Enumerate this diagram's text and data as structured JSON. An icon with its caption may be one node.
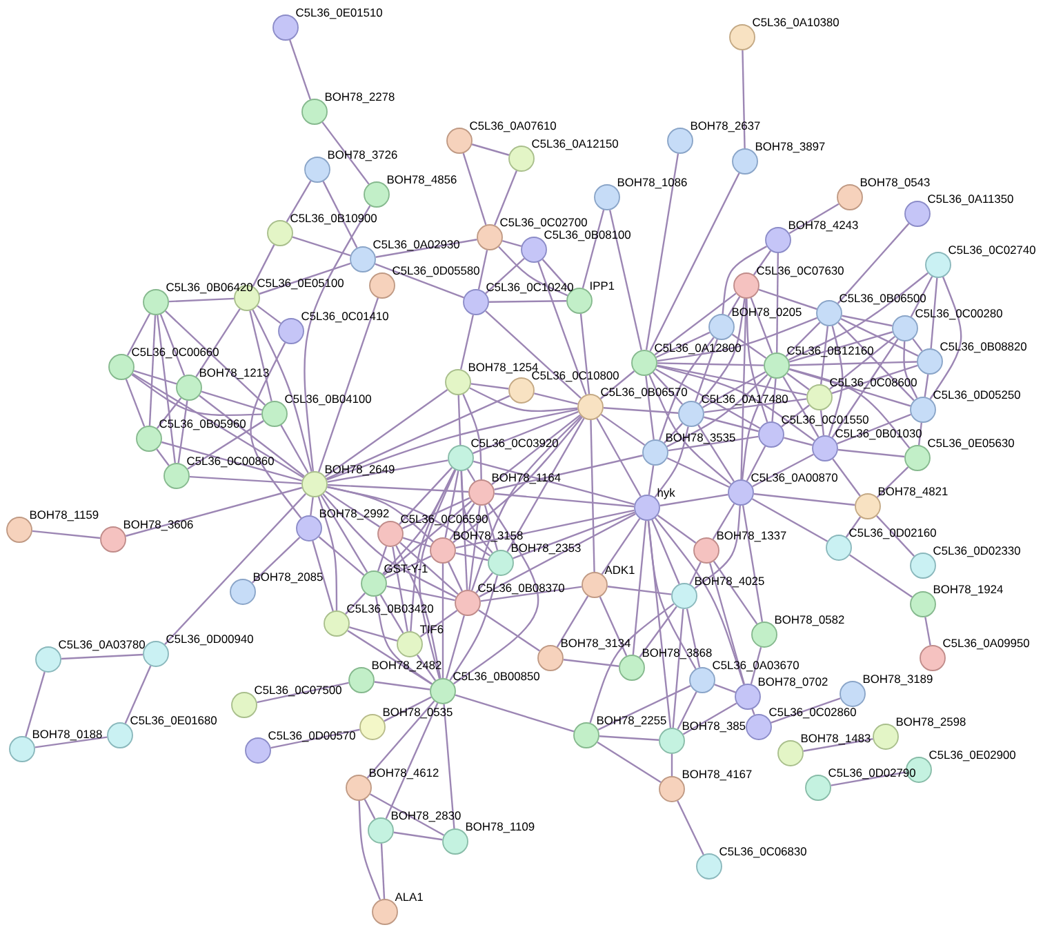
{
  "diagram": {
    "nodes": [
      {
        "text": [
          "C5L36_0E01510"
        ]
      },
      {
        "text": [
          "C5L36_0A10380"
        ]
      },
      {
        "text": [
          "BOH78_2278"
        ]
      },
      {
        "text": [
          "BOH78_2637"
        ]
      },
      {
        "text": [
          "C5L36_0A07610"
        ]
      },
      {
        "text": [
          "C5L36_0A12150"
        ]
      },
      {
        "text": [
          "BOH78_3897"
        ]
      },
      {
        "text": [
          "BOH78_3726"
        ]
      },
      {
        "text": [
          "BOH78_4856"
        ]
      },
      {
        "text": [
          "BOH78_1086"
        ]
      },
      {
        "text": [
          "BOH78_0543"
        ]
      },
      {
        "text": [
          "C5L36_0A11350"
        ]
      },
      {
        "text": [
          "C5L36_0B10900"
        ]
      },
      {
        "text": [
          "C5L36_0C02700"
        ]
      },
      {
        "text": [
          "BOH78_4243"
        ]
      },
      {
        "text": [
          "C5L36_0B08100"
        ]
      },
      {
        "text": [
          "C5L36_0A02930"
        ]
      },
      {
        "text": [
          "C5L36_0C02740"
        ]
      },
      {
        "text": [
          "C5L36_0D05580"
        ]
      },
      {
        "text": [
          "C5L36_0C07630"
        ]
      },
      {
        "text": [
          "C5L36_0E05100"
        ]
      },
      {
        "text": [
          "C5L36_0B06420"
        ]
      },
      {
        "text": [
          "C5L36_0C10240"
        ]
      },
      {
        "text": [
          "IPP1"
        ]
      },
      {
        "text": [
          "C5L36_0B06500"
        ]
      },
      {
        "text": [
          "BOH78_0205"
        ]
      },
      {
        "text": [
          "C5L36_0C00280"
        ]
      },
      {
        "text": [
          "C5L36_0C01410"
        ]
      },
      {
        "text": [
          "C5L36_0B08820"
        ]
      },
      {
        "text": [
          "C5L36_0A12800"
        ]
      },
      {
        "text": [
          "C5L36_0B12160"
        ]
      },
      {
        "text": [
          "C5L36_0C00660"
        ]
      },
      {
        "text": [
          "BOH78_1254"
        ]
      },
      {
        "text": [
          "BOH78_1213"
        ]
      },
      {
        "text": [
          "C5L36_0C10800"
        ]
      },
      {
        "text": [
          "C5L36_0C08600"
        ]
      },
      {
        "text": [
          "C5L36_0B06570"
        ]
      },
      {
        "text": [
          "C5L36_0D05250"
        ]
      },
      {
        "text": [
          "C5L36_0B04100"
        ]
      },
      {
        "text": [
          "C5L36_0A17480"
        ]
      },
      {
        "text": [
          "C5L36_0C01550"
        ]
      },
      {
        "text": [
          "C5L36_0B05960"
        ]
      },
      {
        "text": [
          "C5L36_0B01030"
        ]
      },
      {
        "text": [
          "BOH78_3535"
        ]
      },
      {
        "text": [
          "C5L36_0C03920"
        ]
      },
      {
        "text": [
          "C5L36_0E05630"
        ]
      },
      {
        "text": [
          "C5L36_0C00860"
        ]
      },
      {
        "text": [
          "BOH78_2649"
        ]
      },
      {
        "text": [
          "BOH78_1164"
        ]
      },
      {
        "text": [
          "C5L36_0A00870"
        ]
      },
      {
        "text": [
          "hyk"
        ]
      },
      {
        "text": [
          "BOH78_4821"
        ]
      },
      {
        "text": [
          "BOH78_2992"
        ]
      },
      {
        "text": [
          "BOH78_1159"
        ]
      },
      {
        "text": [
          "C5L36_0C06590"
        ]
      },
      {
        "text": [
          "BOH78_3606"
        ]
      },
      {
        "text": [
          "C5L36_0D02160"
        ]
      },
      {
        "text": [
          "BOH78_3158"
        ]
      },
      {
        "text": [
          "BOH78_1337"
        ]
      },
      {
        "text": [
          "BOH78_2353"
        ]
      },
      {
        "text": [
          "C5L36_0D02330"
        ]
      },
      {
        "text": [
          "GST-Y-1"
        ]
      },
      {
        "text": [
          "ADK1"
        ]
      },
      {
        "text": [
          "BOH78_2085"
        ]
      },
      {
        "text": [
          "BOH78_4025"
        ]
      },
      {
        "text": [
          "C5L36_0B08370"
        ]
      },
      {
        "text": [
          "BOH78_1924"
        ]
      },
      {
        "text": [
          "C5L36_0B03420"
        ]
      },
      {
        "text": [
          "BOH78_0582"
        ]
      },
      {
        "text": [
          "TIF6"
        ]
      },
      {
        "text": [
          "C5L36_0D00940"
        ]
      },
      {
        "text": [
          "C5L36_0A09950"
        ]
      },
      {
        "text": [
          "BOH78_3134"
        ]
      },
      {
        "text": [
          "C5L36_0A03780"
        ]
      },
      {
        "text": [
          "BOH78_3868"
        ]
      },
      {
        "text": [
          "BOH78_2482"
        ]
      },
      {
        "text": [
          "C5L36_0A03670"
        ]
      },
      {
        "text": [
          "C5L36_0B00850"
        ]
      },
      {
        "text": [
          "BOH78_3189"
        ]
      },
      {
        "text": [
          "BOH78_0702"
        ]
      },
      {
        "text": [
          "C5L36_0C07500"
        ]
      },
      {
        "text": [
          "BOH78_0535"
        ]
      },
      {
        "text": [
          "C5L36_0C02860"
        ]
      },
      {
        "text": [
          "BOH78_2255"
        ]
      },
      {
        "text": [
          "C5L36_0E01680"
        ]
      },
      {
        "text": [
          "BOH78_2598"
        ]
      },
      {
        "text": [
          "BOH78_385"
        ]
      },
      {
        "text": [
          "BOH78_0188"
        ]
      },
      {
        "text": [
          "C5L36_0D00570"
        ]
      },
      {
        "text": [
          "BOH78_1483"
        ]
      },
      {
        "text": [
          "C5L36_0E02900"
        ]
      },
      {
        "text": [
          "BOH78_4612"
        ]
      },
      {
        "text": [
          "C5L36_0D02790"
        ]
      },
      {
        "text": [
          "BOH78_4167"
        ]
      },
      {
        "text": [
          "BOH78_2830"
        ]
      },
      {
        "text": [
          "BOH78_1109"
        ]
      },
      {
        "text": [
          "C5L36_0C06830"
        ]
      },
      {
        "text": [
          "ALA1"
        ]
      }
    ],
    "edges": [
      {
        "from": 0,
        "to": 2,
        "arrow": "none"
      },
      {
        "from": 2,
        "to": 8,
        "arrow": "none"
      },
      {
        "from": 7,
        "to": 12,
        "arrow": "none"
      },
      {
        "from": 7,
        "to": 16,
        "arrow": "none"
      },
      {
        "from": 12,
        "to": 16,
        "arrow": "none"
      },
      {
        "from": 12,
        "to": 20,
        "arrow": "none"
      },
      {
        "from": 16,
        "to": 20,
        "arrow": "none"
      },
      {
        "from": 16,
        "to": 22,
        "arrow": "none"
      },
      {
        "from": 13,
        "to": 16,
        "arrow": "none"
      },
      {
        "from": 8,
        "to": 47,
        "arrow": "none"
      },
      {
        "from": 4,
        "to": 5,
        "arrow": "none"
      },
      {
        "from": 4,
        "to": 13,
        "arrow": "none"
      },
      {
        "from": 5,
        "to": 13,
        "arrow": "none"
      },
      {
        "from": 13,
        "to": 22,
        "arrow": "none"
      },
      {
        "from": 13,
        "to": 15,
        "arrow": "none"
      },
      {
        "from": 13,
        "to": 23,
        "arrow": "none"
      },
      {
        "from": 15,
        "to": 22,
        "arrow": "none"
      },
      {
        "from": 15,
        "to": 23,
        "arrow": "none"
      },
      {
        "from": 15,
        "to": 36,
        "arrow": "none"
      },
      {
        "from": 22,
        "to": 23,
        "arrow": "none"
      },
      {
        "from": 22,
        "to": 32,
        "arrow": "none"
      },
      {
        "from": 22,
        "to": 36,
        "arrow": "none"
      },
      {
        "from": 9,
        "to": 23,
        "arrow": "none"
      },
      {
        "from": 9,
        "to": 29,
        "arrow": "none"
      },
      {
        "from": 3,
        "to": 29,
        "arrow": "none"
      },
      {
        "from": 1,
        "to": 6,
        "arrow": "none"
      },
      {
        "from": 6,
        "to": 29,
        "arrow": "none"
      },
      {
        "from": 10,
        "to": 14,
        "arrow": "none"
      },
      {
        "from": 14,
        "to": 19,
        "arrow": "none"
      },
      {
        "from": 14,
        "to": 25,
        "arrow": "none"
      },
      {
        "from": 14,
        "to": 30,
        "arrow": "none"
      },
      {
        "from": 11,
        "to": 24,
        "arrow": "none"
      },
      {
        "from": 17,
        "to": 26,
        "arrow": "none"
      },
      {
        "from": 17,
        "to": 28,
        "arrow": "none"
      },
      {
        "from": 17,
        "to": 30,
        "arrow": "none"
      },
      {
        "from": 17,
        "to": 37,
        "arrow": "none"
      },
      {
        "from": 18,
        "to": 47,
        "arrow": "none"
      },
      {
        "from": 20,
        "to": 21,
        "arrow": "none"
      },
      {
        "from": 20,
        "to": 27,
        "arrow": "none"
      },
      {
        "from": 20,
        "to": 33,
        "arrow": "none"
      },
      {
        "from": 20,
        "to": 38,
        "arrow": "none"
      },
      {
        "from": 21,
        "to": 31,
        "arrow": "none"
      },
      {
        "from": 21,
        "to": 33,
        "arrow": "none"
      },
      {
        "from": 21,
        "to": 41,
        "arrow": "none"
      },
      {
        "from": 21,
        "to": 46,
        "arrow": "none"
      },
      {
        "from": 21,
        "to": 38,
        "arrow": "none"
      },
      {
        "from": 31,
        "to": 33,
        "arrow": "none"
      },
      {
        "from": 31,
        "to": 38,
        "arrow": "none"
      },
      {
        "from": 31,
        "to": 41,
        "arrow": "none"
      },
      {
        "from": 33,
        "to": 38,
        "arrow": "none"
      },
      {
        "from": 33,
        "to": 41,
        "arrow": "none"
      },
      {
        "from": 33,
        "to": 46,
        "arrow": "none"
      },
      {
        "from": 41,
        "to": 46,
        "arrow": "none"
      },
      {
        "from": 38,
        "to": 46,
        "arrow": "none"
      },
      {
        "from": 38,
        "to": 47,
        "arrow": "none"
      },
      {
        "from": 41,
        "to": 47,
        "arrow": "none"
      },
      {
        "from": 46,
        "to": 47,
        "arrow": "none"
      },
      {
        "from": 33,
        "to": 47,
        "arrow": "none"
      },
      {
        "from": 27,
        "to": 52,
        "arrow": "none"
      },
      {
        "from": 31,
        "to": 47,
        "arrow": "none"
      },
      {
        "from": 20,
        "to": 47,
        "arrow": "none"
      },
      {
        "from": 47,
        "to": 32,
        "arrow": "none"
      },
      {
        "from": 47,
        "to": 44,
        "arrow": "none"
      },
      {
        "from": 47,
        "to": 48,
        "arrow": "none"
      },
      {
        "from": 47,
        "to": 52,
        "arrow": "none"
      },
      {
        "from": 47,
        "to": 54,
        "arrow": "none"
      },
      {
        "from": 47,
        "to": 57,
        "arrow": "none"
      },
      {
        "from": 47,
        "to": 61,
        "arrow": "none"
      },
      {
        "from": 47,
        "to": 65,
        "arrow": "none"
      },
      {
        "from": 47,
        "to": 36,
        "arrow": "none"
      },
      {
        "from": 47,
        "to": 34,
        "arrow": "none"
      },
      {
        "from": 47,
        "to": 70,
        "arrow": "none"
      },
      {
        "from": 47,
        "to": 55,
        "arrow": "none"
      },
      {
        "from": 47,
        "to": 59,
        "arrow": "none"
      },
      {
        "from": 47,
        "to": 67,
        "arrow": "none"
      },
      {
        "from": 55,
        "to": 53,
        "arrow": "none"
      },
      {
        "from": 52,
        "to": 63,
        "arrow": "none"
      },
      {
        "from": 52,
        "to": 61,
        "arrow": "none"
      },
      {
        "from": 52,
        "to": 67,
        "arrow": "none"
      },
      {
        "from": 32,
        "to": 34,
        "arrow": "none"
      },
      {
        "from": 32,
        "to": 44,
        "arrow": "none"
      },
      {
        "from": 32,
        "to": 48,
        "arrow": "none"
      },
      {
        "from": 32,
        "to": 36,
        "arrow": "none"
      },
      {
        "from": 34,
        "to": 36,
        "arrow": "none"
      },
      {
        "from": 36,
        "to": 29,
        "arrow": "none"
      },
      {
        "from": 36,
        "to": 39,
        "arrow": "none"
      },
      {
        "from": 36,
        "to": 43,
        "arrow": "none"
      },
      {
        "from": 36,
        "to": 44,
        "arrow": "none"
      },
      {
        "from": 36,
        "to": 48,
        "arrow": "none"
      },
      {
        "from": 36,
        "to": 50,
        "arrow": "none"
      },
      {
        "from": 36,
        "to": 23,
        "arrow": "none"
      },
      {
        "from": 36,
        "to": 59,
        "arrow": "none"
      },
      {
        "from": 36,
        "to": 57,
        "arrow": "none"
      },
      {
        "from": 36,
        "to": 65,
        "arrow": "none"
      },
      {
        "from": 36,
        "to": 62,
        "arrow": "none"
      },
      {
        "from": 44,
        "to": 48,
        "arrow": "none"
      },
      {
        "from": 44,
        "to": 54,
        "arrow": "none"
      },
      {
        "from": 44,
        "to": 57,
        "arrow": "none"
      },
      {
        "from": 44,
        "to": 59,
        "arrow": "none"
      },
      {
        "from": 44,
        "to": 61,
        "arrow": "none"
      },
      {
        "from": 44,
        "to": 65,
        "arrow": "none"
      },
      {
        "from": 44,
        "to": 69,
        "arrow": "none"
      },
      {
        "from": 44,
        "to": 77,
        "arrow": "none"
      },
      {
        "from": 48,
        "to": 54,
        "arrow": "none"
      },
      {
        "from": 48,
        "to": 57,
        "arrow": "none"
      },
      {
        "from": 48,
        "to": 59,
        "arrow": "none"
      },
      {
        "from": 48,
        "to": 65,
        "arrow": "none"
      },
      {
        "from": 48,
        "to": 77,
        "arrow": "none"
      },
      {
        "from": 48,
        "to": 50,
        "arrow": "none"
      },
      {
        "from": 48,
        "to": 61,
        "arrow": "none"
      },
      {
        "from": 48,
        "to": 43,
        "arrow": "none"
      },
      {
        "from": 54,
        "to": 57,
        "arrow": "none"
      },
      {
        "from": 54,
        "to": 61,
        "arrow": "none"
      },
      {
        "from": 54,
        "to": 65,
        "arrow": "none"
      },
      {
        "from": 54,
        "to": 69,
        "arrow": "none"
      },
      {
        "from": 54,
        "to": 77,
        "arrow": "none"
      },
      {
        "from": 57,
        "to": 59,
        "arrow": "none"
      },
      {
        "from": 57,
        "to": 65,
        "arrow": "none"
      },
      {
        "from": 57,
        "to": 61,
        "arrow": "none"
      },
      {
        "from": 57,
        "to": 77,
        "arrow": "none"
      },
      {
        "from": 59,
        "to": 65,
        "arrow": "none"
      },
      {
        "from": 59,
        "to": 77,
        "arrow": "none"
      },
      {
        "from": 59,
        "to": 50,
        "arrow": "none"
      },
      {
        "from": 61,
        "to": 65,
        "arrow": "none"
      },
      {
        "from": 61,
        "to": 67,
        "arrow": "none"
      },
      {
        "from": 61,
        "to": 69,
        "arrow": "none"
      },
      {
        "from": 61,
        "to": 77,
        "arrow": "none"
      },
      {
        "from": 65,
        "to": 77,
        "arrow": "none"
      },
      {
        "from": 65,
        "to": 69,
        "arrow": "none"
      },
      {
        "from": 65,
        "to": 72,
        "arrow": "none"
      },
      {
        "from": 67,
        "to": 69,
        "arrow": "none"
      },
      {
        "from": 69,
        "to": 77,
        "arrow": "none"
      },
      {
        "from": 67,
        "to": 77,
        "arrow": "none"
      },
      {
        "from": 77,
        "to": 75,
        "arrow": "none"
      },
      {
        "from": 77,
        "to": 81,
        "arrow": "none"
      },
      {
        "from": 77,
        "to": 91,
        "arrow": "none"
      },
      {
        "from": 77,
        "to": 94,
        "arrow": "none"
      },
      {
        "from": 77,
        "to": 95,
        "arrow": "none"
      },
      {
        "from": 77,
        "to": 83,
        "arrow": "none"
      },
      {
        "from": 75,
        "to": 80,
        "arrow": "none"
      },
      {
        "from": 81,
        "to": 88,
        "arrow": "none"
      },
      {
        "from": 91,
        "to": 94,
        "arrow": "none"
      },
      {
        "from": 91,
        "to": 95,
        "arrow": "none"
      },
      {
        "from": 91,
        "to": 97,
        "arrow": "none"
      },
      {
        "from": 94,
        "to": 95,
        "arrow": "none"
      },
      {
        "from": 94,
        "to": 97,
        "arrow": "none"
      },
      {
        "from": 29,
        "to": 25,
        "arrow": "none"
      },
      {
        "from": 29,
        "to": 30,
        "arrow": "none"
      },
      {
        "from": 29,
        "to": 39,
        "arrow": "none"
      },
      {
        "from": 29,
        "to": 43,
        "arrow": "none"
      },
      {
        "from": 29,
        "to": 40,
        "arrow": "none"
      },
      {
        "from": 29,
        "to": 49,
        "arrow": "none"
      },
      {
        "from": 29,
        "to": 19,
        "arrow": "none"
      },
      {
        "from": 29,
        "to": 24,
        "arrow": "none"
      },
      {
        "from": 29,
        "to": 35,
        "arrow": "none"
      },
      {
        "from": 29,
        "to": 42,
        "arrow": "none"
      },
      {
        "from": 19,
        "to": 25,
        "arrow": "none"
      },
      {
        "from": 19,
        "to": 30,
        "arrow": "none"
      },
      {
        "from": 19,
        "to": 39,
        "arrow": "none"
      },
      {
        "from": 19,
        "to": 40,
        "arrow": "none"
      },
      {
        "from": 19,
        "to": 24,
        "arrow": "none"
      },
      {
        "from": 19,
        "to": 49,
        "arrow": "none"
      },
      {
        "from": 24,
        "to": 30,
        "arrow": "none"
      },
      {
        "from": 24,
        "to": 26,
        "arrow": "none"
      },
      {
        "from": 24,
        "to": 35,
        "arrow": "none"
      },
      {
        "from": 24,
        "to": 28,
        "arrow": "none"
      },
      {
        "from": 24,
        "to": 42,
        "arrow": "none"
      },
      {
        "from": 24,
        "to": 37,
        "arrow": "none"
      },
      {
        "from": 25,
        "to": 30,
        "arrow": "none"
      },
      {
        "from": 25,
        "to": 39,
        "arrow": "none"
      },
      {
        "from": 25,
        "to": 43,
        "arrow": "none"
      },
      {
        "from": 30,
        "to": 35,
        "arrow": "none"
      },
      {
        "from": 30,
        "to": 39,
        "arrow": "none"
      },
      {
        "from": 30,
        "to": 40,
        "arrow": "none"
      },
      {
        "from": 30,
        "to": 42,
        "arrow": "none"
      },
      {
        "from": 30,
        "to": 43,
        "arrow": "none"
      },
      {
        "from": 30,
        "to": 49,
        "arrow": "none"
      },
      {
        "from": 30,
        "to": 26,
        "arrow": "none"
      },
      {
        "from": 30,
        "to": 28,
        "arrow": "none"
      },
      {
        "from": 30,
        "to": 37,
        "arrow": "none"
      },
      {
        "from": 30,
        "to": 45,
        "arrow": "none"
      },
      {
        "from": 26,
        "to": 28,
        "arrow": "none"
      },
      {
        "from": 26,
        "to": 35,
        "arrow": "none"
      },
      {
        "from": 26,
        "to": 37,
        "arrow": "none"
      },
      {
        "from": 26,
        "to": 42,
        "arrow": "none"
      },
      {
        "from": 28,
        "to": 37,
        "arrow": "none"
      },
      {
        "from": 28,
        "to": 35,
        "arrow": "none"
      },
      {
        "from": 37,
        "to": 42,
        "arrow": "none"
      },
      {
        "from": 37,
        "to": 45,
        "arrow": "none"
      },
      {
        "from": 35,
        "to": 40,
        "arrow": "none"
      },
      {
        "from": 35,
        "to": 42,
        "arrow": "none"
      },
      {
        "from": 35,
        "to": 39,
        "arrow": "none"
      },
      {
        "from": 39,
        "to": 40,
        "arrow": "none"
      },
      {
        "from": 39,
        "to": 43,
        "arrow": "none"
      },
      {
        "from": 39,
        "to": 49,
        "arrow": "none"
      },
      {
        "from": 39,
        "to": 50,
        "arrow": "none"
      },
      {
        "from": 40,
        "to": 42,
        "arrow": "none"
      },
      {
        "from": 40,
        "to": 43,
        "arrow": "none"
      },
      {
        "from": 40,
        "to": 49,
        "arrow": "none"
      },
      {
        "from": 42,
        "to": 49,
        "arrow": "none"
      },
      {
        "from": 42,
        "to": 45,
        "arrow": "none"
      },
      {
        "from": 43,
        "to": 49,
        "arrow": "none"
      },
      {
        "from": 43,
        "to": 50,
        "arrow": "none"
      },
      {
        "from": 49,
        "to": 50,
        "arrow": "none"
      },
      {
        "from": 49,
        "to": 51,
        "arrow": "none"
      },
      {
        "from": 49,
        "to": 56,
        "arrow": "none"
      },
      {
        "from": 49,
        "to": 58,
        "arrow": "none"
      },
      {
        "from": 49,
        "to": 64,
        "arrow": "none"
      },
      {
        "from": 49,
        "to": 68,
        "arrow": "none"
      },
      {
        "from": 51,
        "to": 56,
        "arrow": "none"
      },
      {
        "from": 51,
        "to": 60,
        "arrow": "none"
      },
      {
        "from": 56,
        "to": 66,
        "arrow": "none"
      },
      {
        "from": 66,
        "to": 71,
        "arrow": "none"
      },
      {
        "from": 42,
        "to": 51,
        "arrow": "none"
      },
      {
        "from": 45,
        "to": 51,
        "arrow": "none"
      },
      {
        "from": 50,
        "to": 58,
        "arrow": "none"
      },
      {
        "from": 50,
        "to": 64,
        "arrow": "none"
      },
      {
        "from": 50,
        "to": 62,
        "arrow": "none"
      },
      {
        "from": 50,
        "to": 74,
        "arrow": "none"
      },
      {
        "from": 50,
        "to": 76,
        "arrow": "none"
      },
      {
        "from": 50,
        "to": 79,
        "arrow": "none"
      },
      {
        "from": 50,
        "to": 86,
        "arrow": "none"
      },
      {
        "from": 50,
        "to": 44,
        "arrow": "none"
      },
      {
        "from": 50,
        "to": 57,
        "arrow": "none"
      },
      {
        "from": 50,
        "to": 65,
        "arrow": "none"
      },
      {
        "from": 58,
        "to": 64,
        "arrow": "none"
      },
      {
        "from": 58,
        "to": 68,
        "arrow": "none"
      },
      {
        "from": 58,
        "to": 79,
        "arrow": "none"
      },
      {
        "from": 62,
        "to": 72,
        "arrow": "none"
      },
      {
        "from": 62,
        "to": 74,
        "arrow": "none"
      },
      {
        "from": 62,
        "to": 64,
        "arrow": "none"
      },
      {
        "from": 62,
        "to": 65,
        "arrow": "none"
      },
      {
        "from": 64,
        "to": 76,
        "arrow": "none"
      },
      {
        "from": 64,
        "to": 86,
        "arrow": "none"
      },
      {
        "from": 64,
        "to": 83,
        "arrow": "none"
      },
      {
        "from": 76,
        "to": 79,
        "arrow": "none"
      },
      {
        "from": 76,
        "to": 86,
        "arrow": "none"
      },
      {
        "from": 76,
        "to": 83,
        "arrow": "none"
      },
      {
        "from": 79,
        "to": 82,
        "arrow": "none"
      },
      {
        "from": 79,
        "to": 86,
        "arrow": "none"
      },
      {
        "from": 79,
        "to": 68,
        "arrow": "none"
      },
      {
        "from": 82,
        "to": 78,
        "arrow": "none"
      },
      {
        "from": 86,
        "to": 93,
        "arrow": "none"
      },
      {
        "from": 86,
        "to": 83,
        "arrow": "none"
      },
      {
        "from": 93,
        "to": 83,
        "arrow": "none"
      },
      {
        "from": 93,
        "to": 96,
        "arrow": "none"
      },
      {
        "from": 74,
        "to": 72,
        "arrow": "none"
      },
      {
        "from": 89,
        "to": 85,
        "arrow": "none"
      },
      {
        "from": 92,
        "to": 90,
        "arrow": "none"
      },
      {
        "from": 64,
        "to": 74,
        "arrow": "none"
      },
      {
        "from": 70,
        "to": 73,
        "arrow": "none"
      },
      {
        "from": 70,
        "to": 84,
        "arrow": "none"
      },
      {
        "from": 73,
        "to": 87,
        "arrow": "none"
      },
      {
        "from": 84,
        "to": 87,
        "arrow": "none"
      }
    ]
  }
}
